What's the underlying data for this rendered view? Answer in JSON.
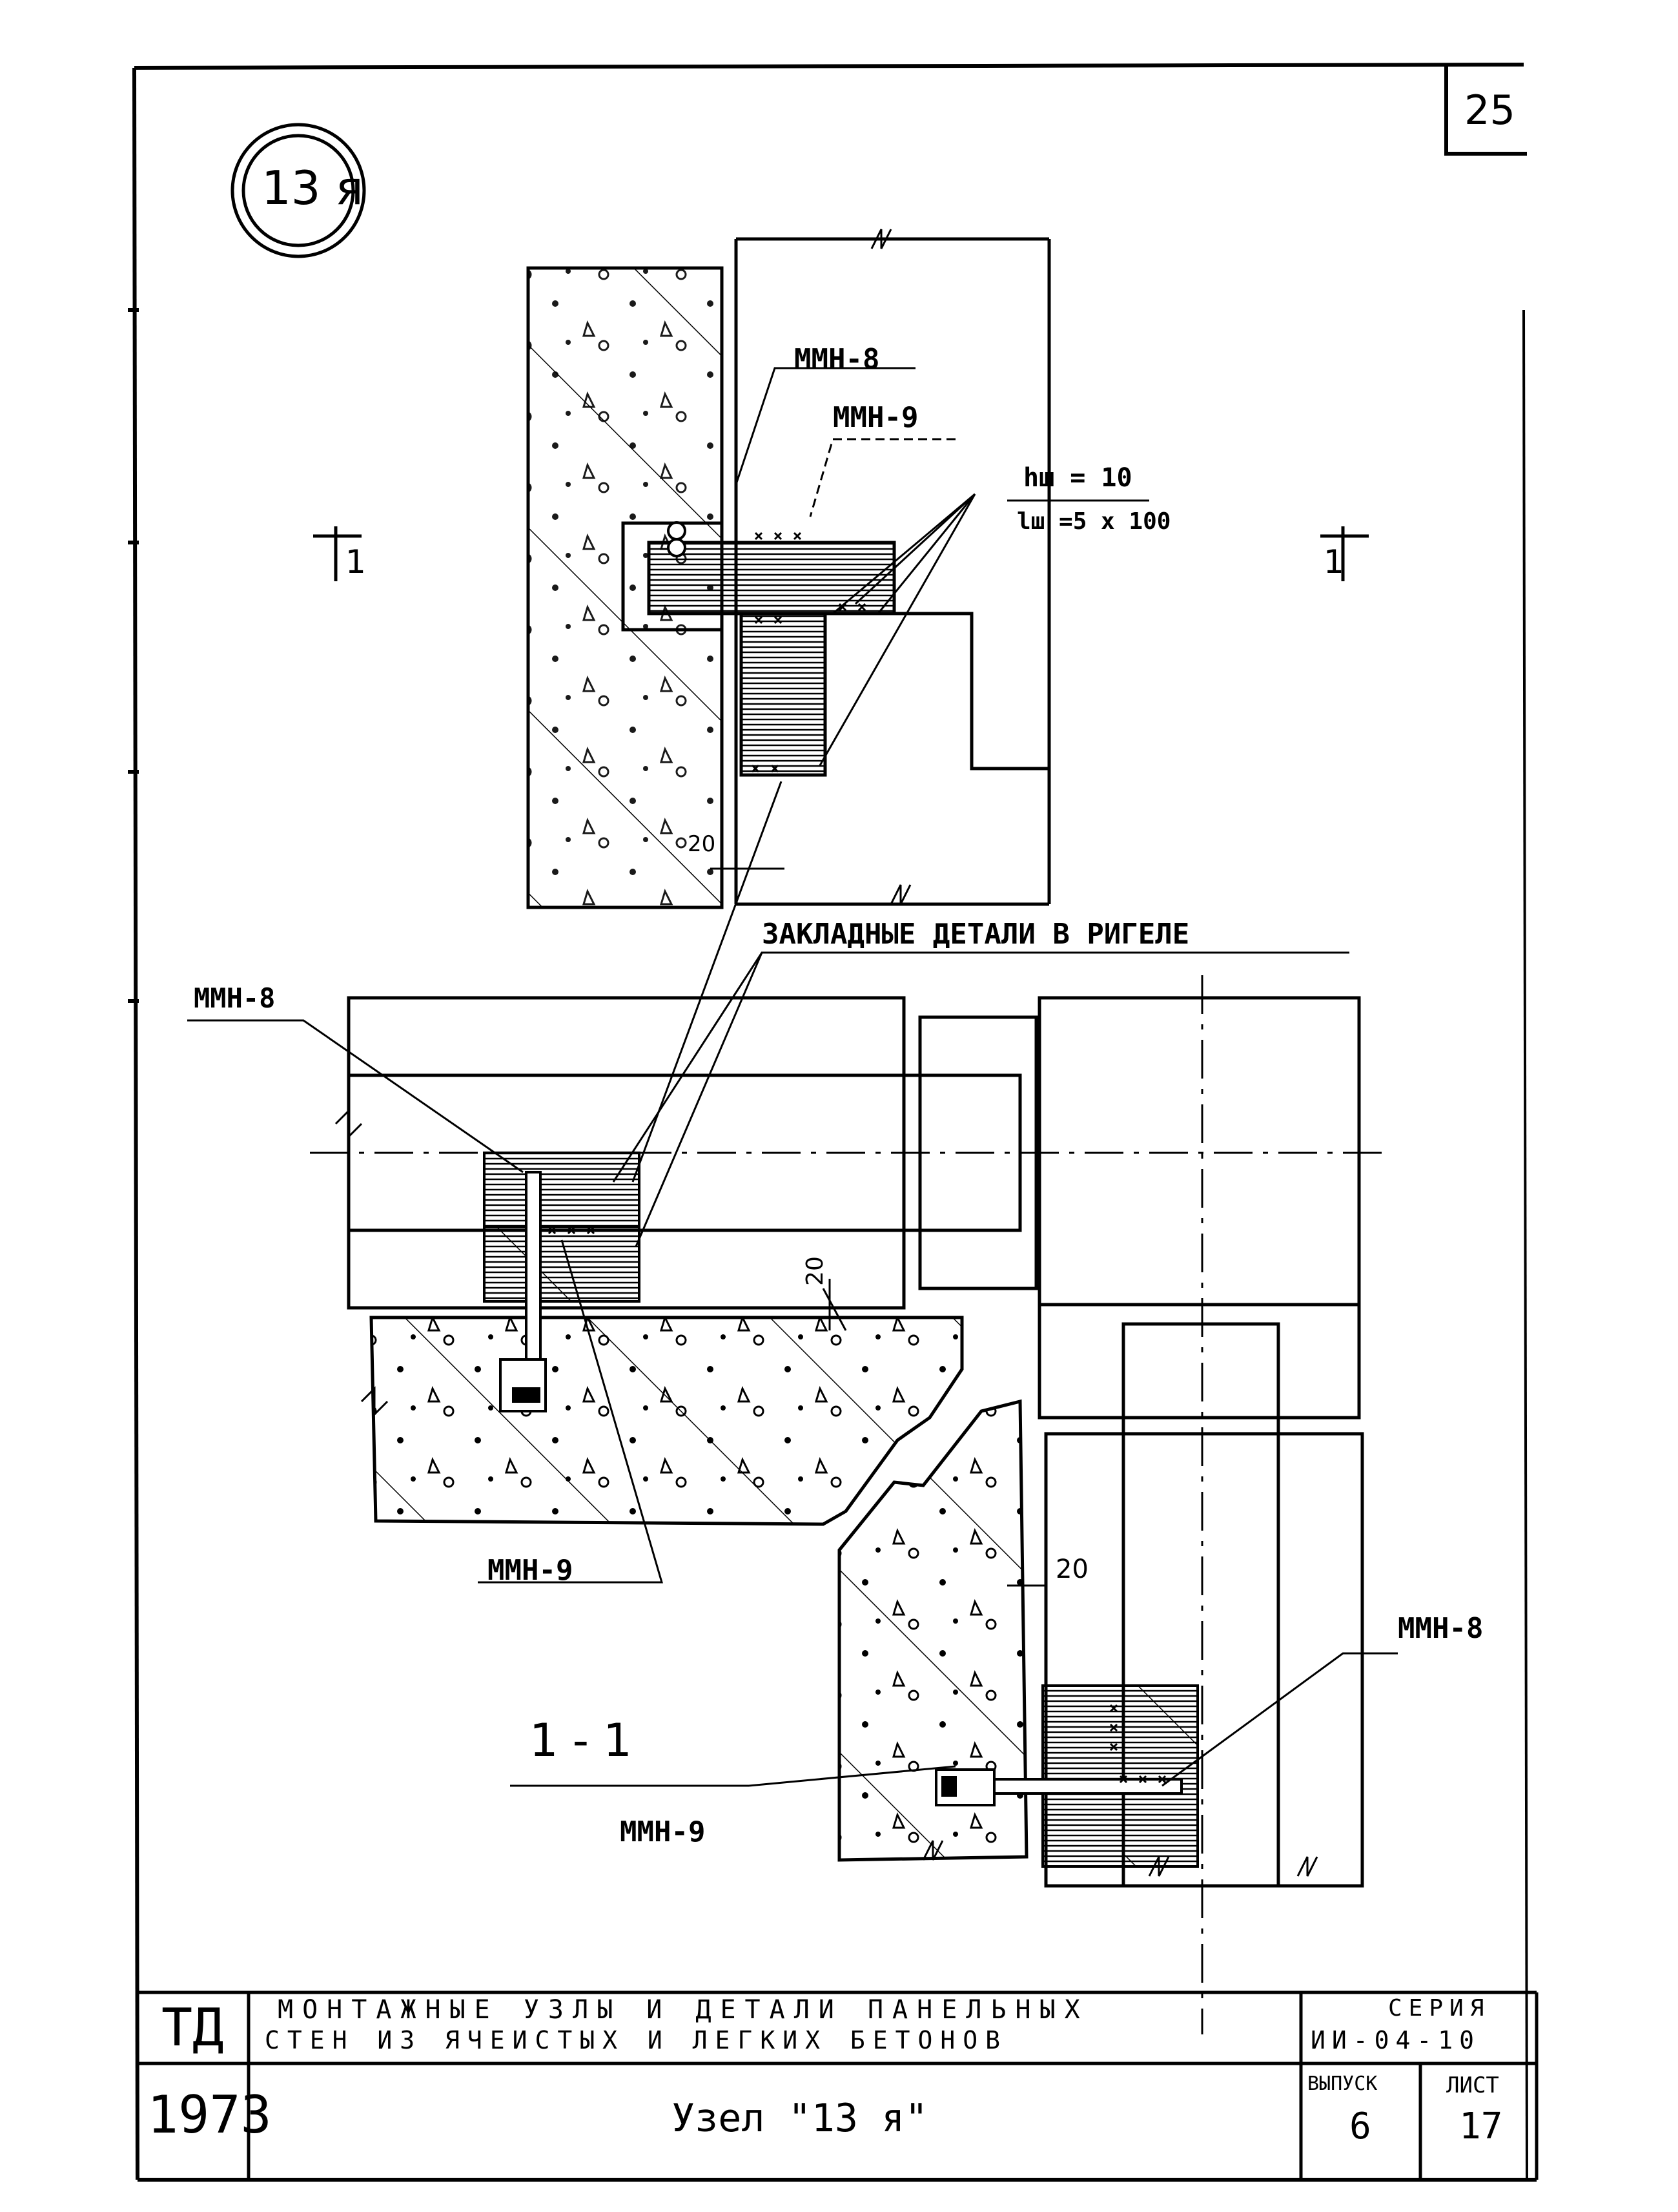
{
  "sheet": {
    "page_number": "25",
    "node_circle_label": "13 я"
  },
  "labels": {
    "mmn8_top": "ММН-8",
    "mmn9_top": "ММН-9",
    "weld_h": "hш = 10",
    "weld_l": "lш =5 х 100",
    "section_mark_left": "1",
    "section_mark_right": "1",
    "dim_20_top": "20",
    "zakladnye": "ЗАКЛАДНЫЕ ДЕТАЛИ В РИГЕЛЕ",
    "mmn8_plan": "ММН-8",
    "dim_20_plan": "20",
    "mmn9_plan": "ММН-9",
    "dim_20_right": "20",
    "mmn8_right": "ММН-8",
    "section_title": "1 - 1",
    "mmn9_bottom": "ММН-9"
  },
  "title_block": {
    "org": "ТД",
    "title_line1": "МОНТАЖНЫЕ УЗЛЫ И ДЕТАЛИ ПАНЕЛЬНЫХ",
    "title_line2": "СТЕН ИЗ ЯЧЕИСТЫХ И ЛЕГКИХ БЕТОНОВ",
    "series_label": "СЕРИЯ",
    "series_value": "ИИ-04-10",
    "year": "1973",
    "node_title": "Узел \"13 я\"",
    "issue_label": "ВЫПУСК",
    "issue_value": "6",
    "sheet_label": "ЛИСТ",
    "sheet_value": "17"
  },
  "colors": {
    "ink": "#000000",
    "paper": "#ffffff"
  }
}
